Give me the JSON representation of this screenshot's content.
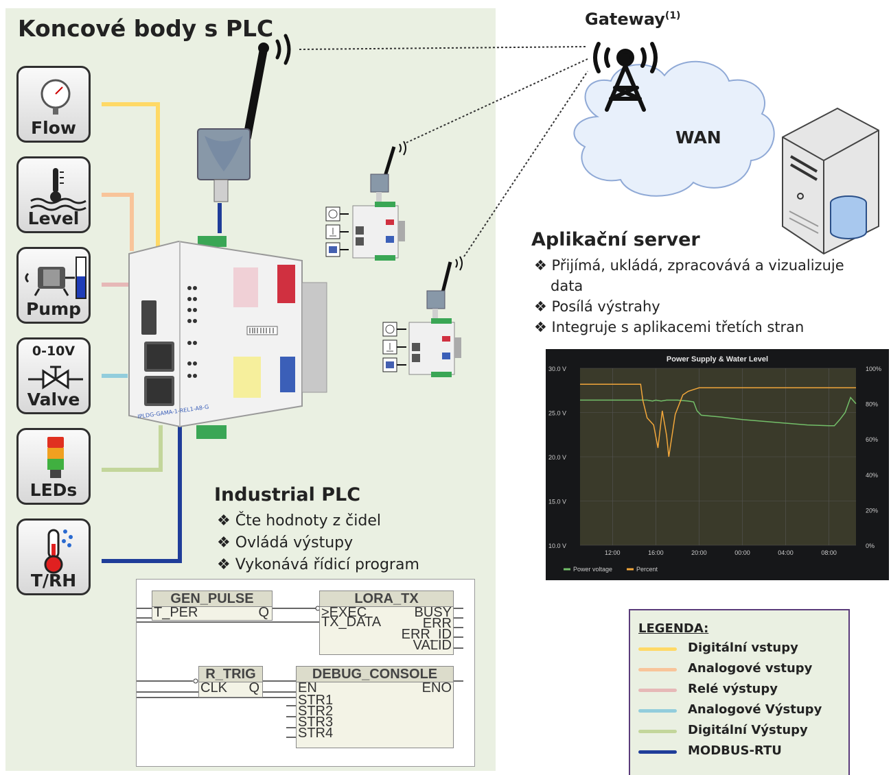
{
  "title": "Koncové body s PLC",
  "gateway_label": "Gateway",
  "gateway_sup": "(1)",
  "wan_label": "WAN",
  "sensors": [
    {
      "label": "Flow",
      "icon": "pressure-gauge-icon"
    },
    {
      "label": "Level",
      "icon": "level-thermometer-icon"
    },
    {
      "label": "Pump",
      "icon": "pump-icon"
    },
    {
      "label": "Valve",
      "top_label": "0-10V",
      "icon": "valve-icon"
    },
    {
      "label": "LEDs",
      "icon": "signal-tower-icon"
    },
    {
      "label": "T/RH",
      "icon": "temperature-humidity-icon"
    }
  ],
  "server": {
    "heading": "Aplikační server",
    "bullets": [
      "Přijímá, ukládá, zpracovává a vizualizuje",
      "data",
      "Posílá výstrahy",
      "Integruje s aplikacemi třetích stran"
    ]
  },
  "plc": {
    "heading": "Industrial PLC",
    "bullets": [
      "Čte hodnoty z čidel",
      "Ovládá výstupy",
      "Vykonává řídicí program"
    ],
    "device_text": "IPLDG-GAMA-1-REL1-A8-G"
  },
  "fbd": {
    "gen_pulse": {
      "title": "GEN_PULSE",
      "in": "T_PER",
      "out": "Q"
    },
    "lora_tx": {
      "title": "LORA_TX",
      "in1": ">EXEC",
      "in2": "TX_DATA",
      "out1": "BUSY",
      "out2": "ERR",
      "out3": "ERR_ID",
      "out4": "VALID"
    },
    "r_trig": {
      "title": "R_TRIG",
      "in": "CLK",
      "out": "Q"
    },
    "debug_console": {
      "title": "DEBUG_CONSOLE",
      "in1": "EN",
      "in2": "STR1",
      "in3": "STR2",
      "in4": "STR3",
      "in5": "STR4",
      "out": "ENO"
    }
  },
  "legend": {
    "title": "LEGENDA:",
    "items": [
      {
        "label": "Digitální vstupy",
        "color": "#ffd966"
      },
      {
        "label": "Analogové vstupy",
        "color": "#f8c49a"
      },
      {
        "label": "Relé výstupy",
        "color": "#e6b8b7"
      },
      {
        "label": "Analogové Výstupy",
        "color": "#92cddc"
      },
      {
        "label": "Digitální Výstupy",
        "color": "#c3d69b"
      },
      {
        "label": "MODBUS-RTU",
        "color": "#1f3d99"
      }
    ]
  },
  "chart_data": {
    "type": "line",
    "title": "Power Supply & Water Level",
    "x_ticks": [
      "12:00",
      "16:00",
      "20:00",
      "00:00",
      "04:00",
      "08:00"
    ],
    "y_left_ticks": [
      "10.0 V",
      "15.0 V",
      "20.0 V",
      "25.0 V",
      "30.0 V"
    ],
    "y_left_range": [
      10,
      30
    ],
    "y_right_ticks": [
      "0%",
      "20%",
      "40%",
      "60%",
      "80%",
      "100%"
    ],
    "y_right_range": [
      0,
      100
    ],
    "grid": true,
    "legend_position": "bottom-left",
    "x_range_hours": [
      9,
      34.5
    ],
    "series": [
      {
        "name": "Power voltage",
        "color": "#73bf69",
        "axis": "left",
        "x": [
          9,
          10,
          12,
          14,
          15.2,
          15.7,
          16,
          16.5,
          17,
          18,
          19,
          19.5,
          19.8,
          20.2,
          22,
          24,
          26,
          28,
          30,
          32,
          32.5,
          33,
          33.5,
          34,
          34.5
        ],
        "y": [
          26.4,
          26.4,
          26.4,
          26.4,
          26.4,
          26.3,
          26.4,
          26.3,
          26.4,
          26.4,
          26.3,
          26.2,
          25.2,
          24.7,
          24.5,
          24.2,
          24.0,
          23.8,
          23.6,
          23.5,
          23.5,
          24.2,
          25.0,
          26.7,
          26.0
        ]
      },
      {
        "name": "Percent",
        "color": "#f2a73b",
        "axis": "right",
        "x": [
          9,
          11,
          13,
          14.6,
          14.8,
          15.2,
          15.8,
          16.2,
          16.6,
          17,
          17.2,
          17.8,
          18.5,
          19,
          20,
          22,
          24,
          26,
          28,
          30,
          32,
          34.5
        ],
        "y": [
          91,
          91,
          91,
          91,
          82,
          72,
          68,
          55,
          76,
          62,
          50,
          74,
          85,
          87,
          89,
          89,
          89,
          89,
          89,
          89,
          89,
          89
        ]
      }
    ]
  }
}
